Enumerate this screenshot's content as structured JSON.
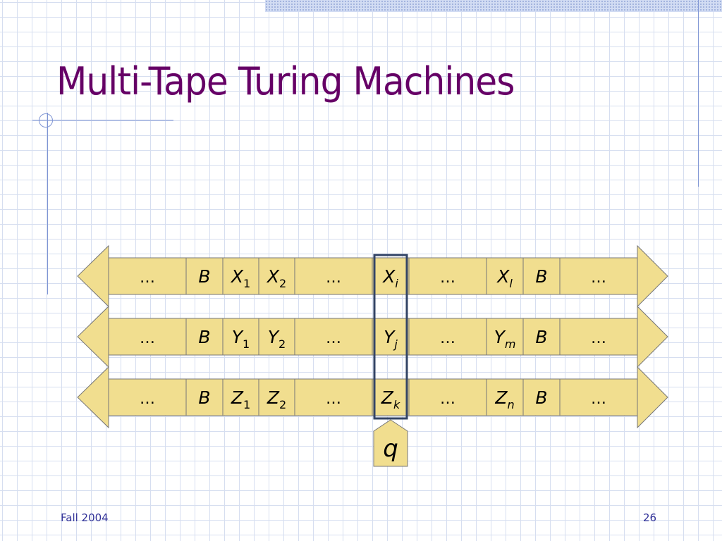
{
  "slide": {
    "title": "Multi-Tape Turing Machines",
    "footer_left": "Fall 2004",
    "page_number": "26"
  },
  "colors": {
    "cell_fill": "#f1de8f",
    "cell_stroke": "#777777",
    "head_box": "#334466",
    "title": "#660066",
    "accent_lines": "#7f95d4"
  },
  "tapes": [
    {
      "cells": [
        {
          "base": "…"
        },
        {
          "base": "B"
        },
        {
          "base": "X",
          "sub": "1"
        },
        {
          "base": "X",
          "sub": "2"
        },
        {
          "base": "…"
        },
        {
          "base": "X",
          "sub": "i"
        },
        {
          "base": "…"
        },
        {
          "base": "X",
          "sub": "l"
        },
        {
          "base": "B"
        },
        {
          "base": "…"
        }
      ]
    },
    {
      "cells": [
        {
          "base": "…"
        },
        {
          "base": "B"
        },
        {
          "base": "Y",
          "sub": "1"
        },
        {
          "base": "Y",
          "sub": "2"
        },
        {
          "base": "…"
        },
        {
          "base": "Y",
          "sub": "j"
        },
        {
          "base": "…"
        },
        {
          "base": "Y",
          "sub": "m"
        },
        {
          "base": "B"
        },
        {
          "base": "…"
        }
      ]
    },
    {
      "cells": [
        {
          "base": "…"
        },
        {
          "base": "B"
        },
        {
          "base": "Z",
          "sub": "1"
        },
        {
          "base": "Z",
          "sub": "2"
        },
        {
          "base": "…"
        },
        {
          "base": "Z",
          "sub": "k"
        },
        {
          "base": "…"
        },
        {
          "base": "Z",
          "sub": "n"
        },
        {
          "base": "B"
        },
        {
          "base": "…"
        }
      ]
    }
  ],
  "head": {
    "state": "q"
  }
}
